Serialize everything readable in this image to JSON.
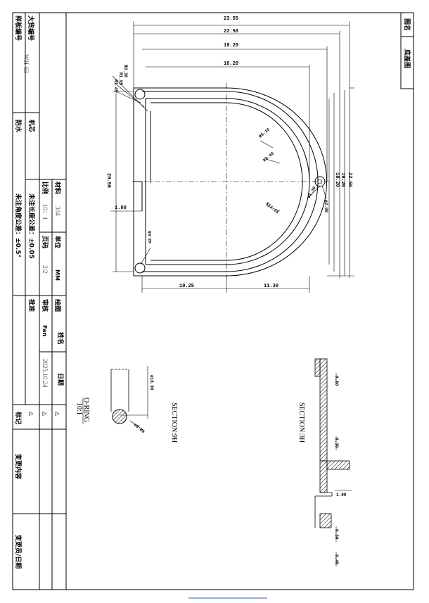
{
  "title_box": {
    "label": "图名",
    "value": "底盖图"
  },
  "title_block": {
    "sample_no_label": "样板编号",
    "big_goods_no_label": "大货编号",
    "sample_no_value": "WH-63",
    "movement_label": "机芯",
    "waterproof_label": "防水",
    "material_label": "材料",
    "material_value": "304",
    "unit_label": "单位",
    "unit_value": "MM",
    "scale_label": "比例",
    "scale_value": "10：1",
    "page_label": "页码",
    "page_value": "2/2",
    "tol_length": "未注长度公差：±0.05",
    "tol_angle": "未注角度公差：±0.5°",
    "name_label": "姓名",
    "date_label": "日期",
    "draw_label": "绘图",
    "draw_name": "Fan",
    "draw_date": "2025.10.24",
    "review_label": "审核",
    "approve_label": "批准",
    "mark_label": "标记",
    "change_content_label": "变更内容",
    "changer_date_label": "变更员/日期",
    "triangle": "△"
  },
  "dimensions": {
    "d1": "23.55",
    "d2": "22.50",
    "d3": "19.20",
    "d4": "18.20",
    "r030": "R0.30",
    "r195": "R1.95",
    "r145": "R1.45",
    "h2050": "20.50",
    "h100": "1.00",
    "w1025": "10.25",
    "w1130": "11.30",
    "v2250": "22.50",
    "v1920": "19.20",
    "v1820": "18.20",
    "r810": "R8.10",
    "r860": "R8.60",
    "r1125": "R11.25",
    "phi130": "ø1.30",
    "phi200a": "ø2.00",
    "phi200b": "ø2.00"
  },
  "oring": {
    "phi1800": "ø18.00",
    "phi080": "ø0.80",
    "title": "O-RING",
    "scale": "10:1",
    "section": "SECTION:9H"
  },
  "section": {
    "title": "SECTION:3H",
    "s060": "0.60",
    "s030a": "0.30",
    "s100": "1.00",
    "s030b": "0.30",
    "s040": "0.40"
  }
}
